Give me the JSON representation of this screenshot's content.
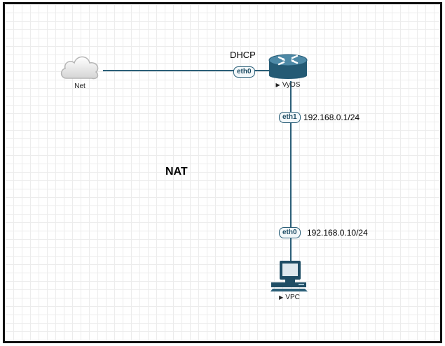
{
  "diagram": {
    "title": "NAT",
    "colors": {
      "link": "#2b5f78",
      "router": "#2f6a86",
      "border": "#111111"
    },
    "nodes": {
      "net": {
        "label": "Net",
        "icon": "cloud-icon"
      },
      "vyos": {
        "label": "VyOS",
        "icon": "router-icon"
      },
      "vpc": {
        "label": "VPC",
        "icon": "computer-icon"
      }
    },
    "interfaces": {
      "vyos_eth0": "eth0",
      "vyos_eth1": "eth1",
      "vpc_eth0": "eth0"
    },
    "annotations": {
      "dhcp": "DHCP",
      "vyos_ip": "192.168.0.1/24",
      "vpc_ip": "192.168.0.10/24"
    }
  }
}
